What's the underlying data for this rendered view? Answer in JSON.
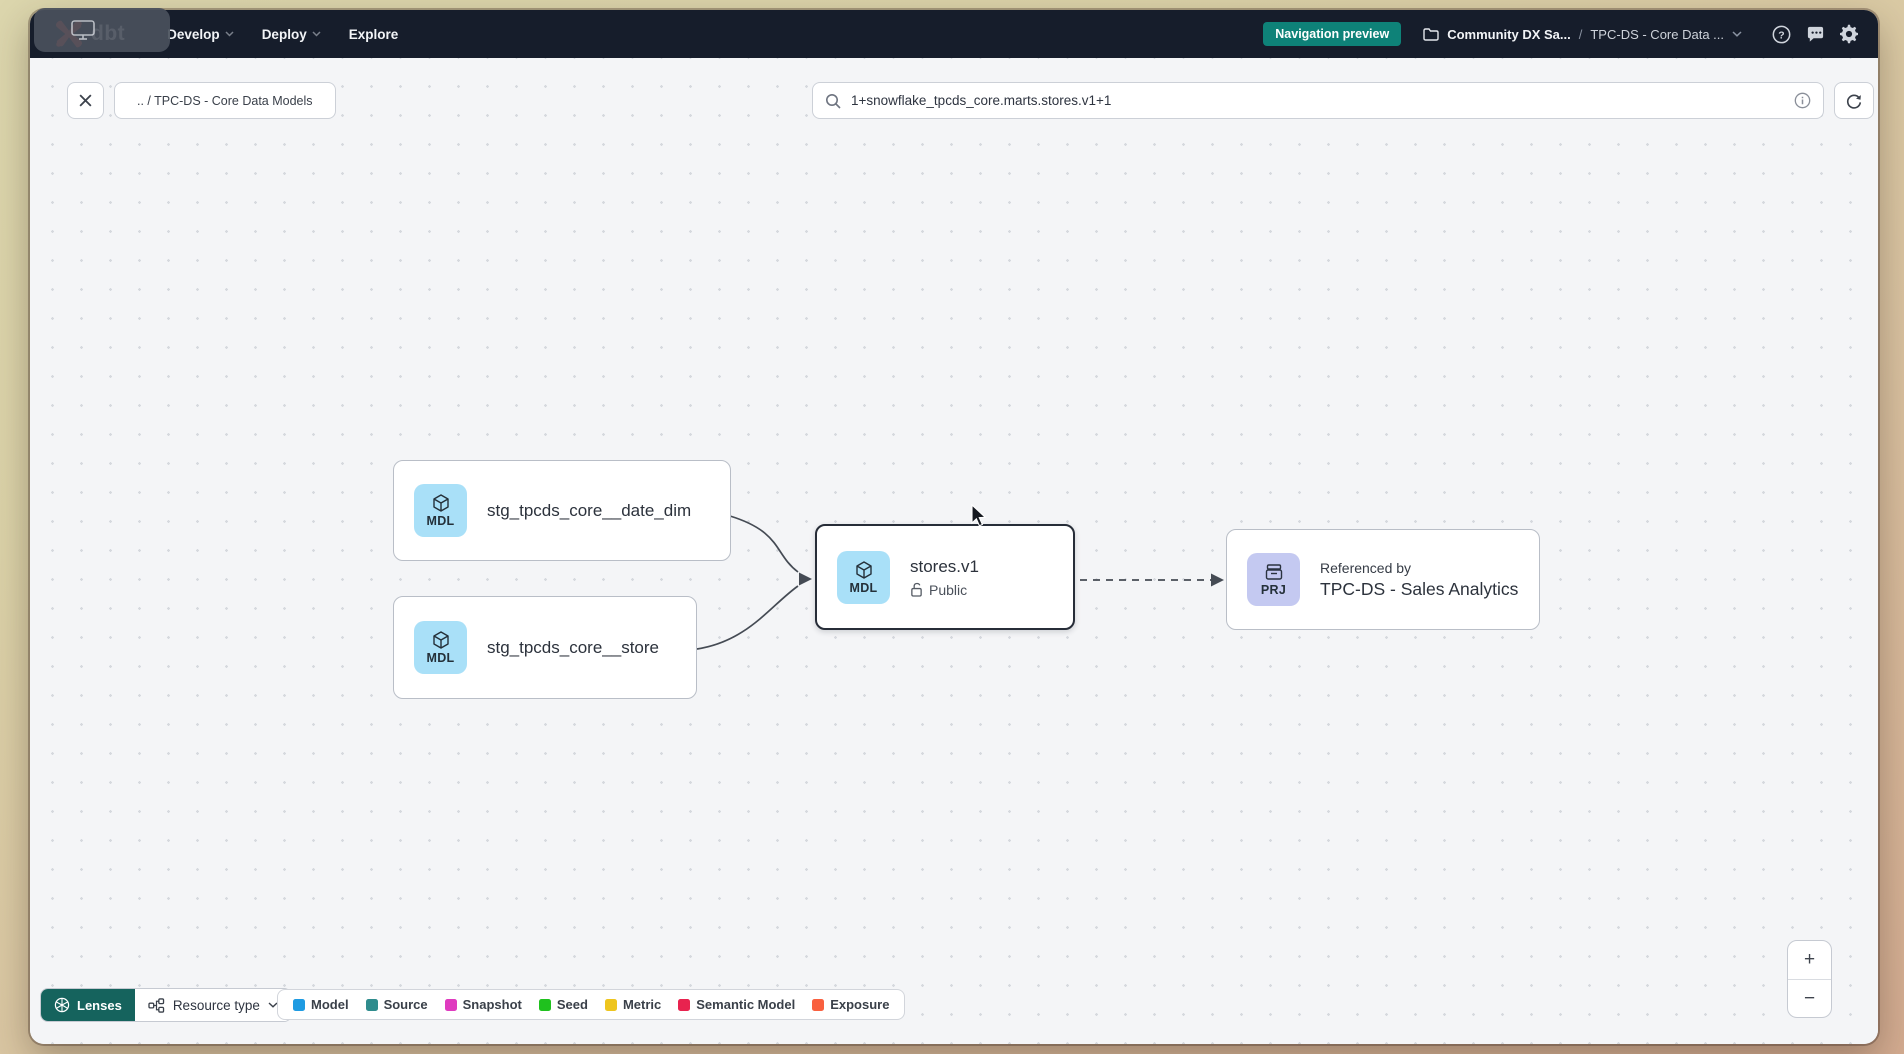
{
  "nav": {
    "logo": "dbt",
    "menu": {
      "develop": "Develop",
      "deploy": "Deploy",
      "explore": "Explore"
    },
    "preview_badge": "Navigation preview",
    "account": "Community DX Sa...",
    "separator": "/",
    "project": "TPC-DS - Core Data ..."
  },
  "toolbar": {
    "breadcrumb": ".. / TPC-DS - Core Data Models",
    "search_value": "1+snowflake_tpcds_core.marts.stores.v1+1"
  },
  "graph": {
    "node_date_dim": {
      "badge": "MDL",
      "title": "stg_tpcds_core__date_dim"
    },
    "node_store": {
      "badge": "MDL",
      "title": "stg_tpcds_core__store"
    },
    "node_stores_v1": {
      "badge": "MDL",
      "title": "stores.v1",
      "access": "Public"
    },
    "node_project": {
      "badge": "PRJ",
      "eyebrow": "Referenced by",
      "title": "TPC-DS - Sales Analytics"
    }
  },
  "legend": {
    "items": [
      {
        "label": "Model",
        "color": "#1e9be2"
      },
      {
        "label": "Source",
        "color": "#2f8c8d"
      },
      {
        "label": "Snapshot",
        "color": "#df3bbf"
      },
      {
        "label": "Seed",
        "color": "#1fc11e"
      },
      {
        "label": "Metric",
        "color": "#eec51e"
      },
      {
        "label": "Semantic Model",
        "color": "#e8234f"
      },
      {
        "label": "Exposure",
        "color": "#f9603f"
      }
    ]
  },
  "footer": {
    "lenses": "Lenses",
    "resource_type": "Resource type"
  },
  "zoom": {
    "zoom_in": "+",
    "zoom_out": "−"
  },
  "colors": {
    "accent_teal": "#0e8278",
    "nav_bg": "#161d2b",
    "dbt_orange": "#ff4b33"
  }
}
